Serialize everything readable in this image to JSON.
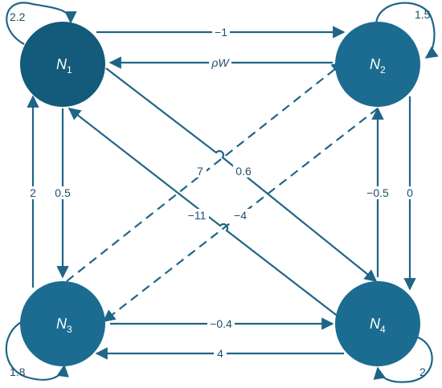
{
  "nodes": [
    {
      "id": "n1",
      "name": "N",
      "sub": "1",
      "color": "#145a7a"
    },
    {
      "id": "n2",
      "name": "N",
      "sub": "2",
      "color": "#1b6c90"
    },
    {
      "id": "n3",
      "name": "N",
      "sub": "3",
      "color": "#1b6c90"
    },
    {
      "id": "n4",
      "name": "N",
      "sub": "4",
      "color": "#1b6c90"
    }
  ],
  "edges": [
    {
      "from": "n1",
      "to": "n2",
      "weight": "−1",
      "style": "solid"
    },
    {
      "from": "n2",
      "to": "n1",
      "weight": "ρW",
      "style": "solid"
    },
    {
      "from": "n1",
      "to": "n3",
      "weight": "0.5",
      "style": "solid"
    },
    {
      "from": "n3",
      "to": "n1",
      "weight": "2",
      "style": "solid"
    },
    {
      "from": "n2",
      "to": "n4",
      "weight": "0",
      "style": "solid"
    },
    {
      "from": "n4",
      "to": "n2",
      "weight": "−0.5",
      "style": "solid"
    },
    {
      "from": "n3",
      "to": "n4",
      "weight": "−0.4",
      "style": "solid"
    },
    {
      "from": "n4",
      "to": "n3",
      "weight": "4",
      "style": "solid"
    },
    {
      "from": "n1",
      "to": "n4",
      "weight": "0.6",
      "style": "solid"
    },
    {
      "from": "n4",
      "to": "n1",
      "weight": "−11",
      "style": "solid"
    },
    {
      "from": "n3",
      "to": "n2",
      "weight": "7",
      "style": "dashed"
    },
    {
      "from": "n2",
      "to": "n3",
      "weight": "−4",
      "style": "dashed"
    }
  ],
  "self_loops": [
    {
      "node": "n1",
      "weight": "2.2"
    },
    {
      "node": "n2",
      "weight": "1.5"
    },
    {
      "node": "n3",
      "weight": "1.8"
    },
    {
      "node": "n4",
      "weight": "2"
    }
  ],
  "colors": {
    "edge": "#1f6587",
    "node_dark": "#145a7a",
    "node": "#1b6c90"
  }
}
